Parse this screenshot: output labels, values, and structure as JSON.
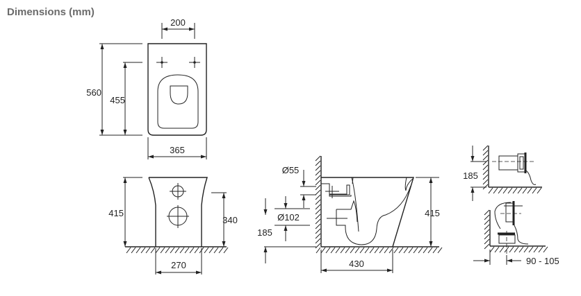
{
  "title": "Dimensions (mm)",
  "top_view": {
    "bolt_spacing": "200",
    "overall_length": "560",
    "bolt_to_front": "455",
    "width": "365"
  },
  "front_view": {
    "height": "415",
    "outlet_height": "340",
    "base_width": "270"
  },
  "side_view": {
    "inlet_diameter": "Ø55",
    "outlet_diameter": "Ø102",
    "outlet_height": "185",
    "height": "415",
    "depth": "430"
  },
  "connection_details": {
    "outlet_height": "185",
    "wall_offset": "90 - 105"
  }
}
